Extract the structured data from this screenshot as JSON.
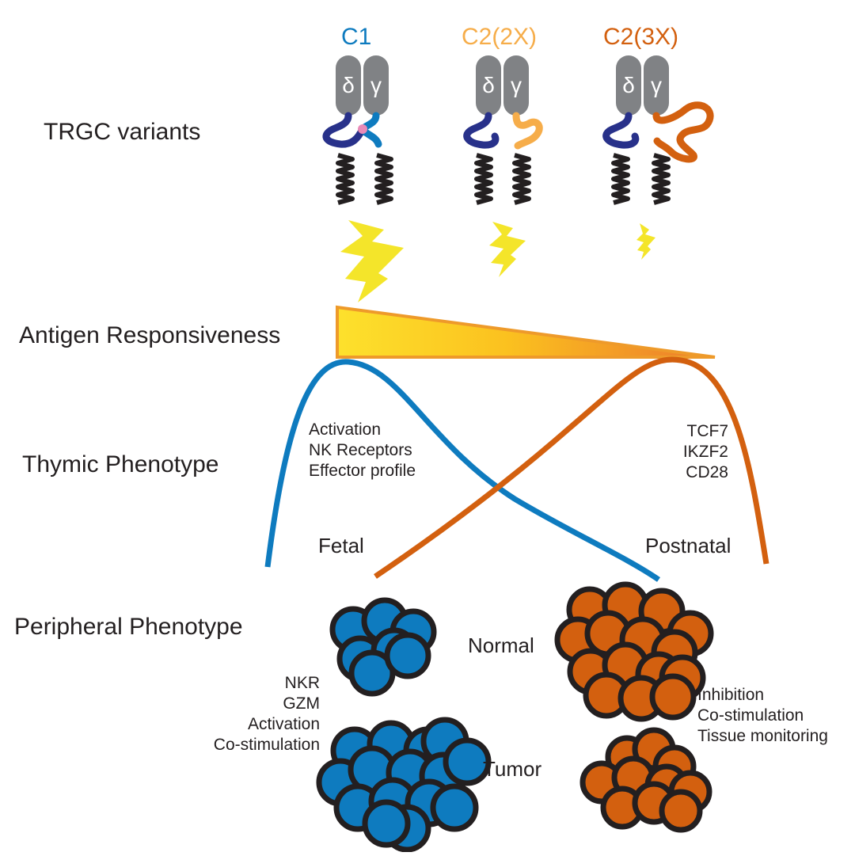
{
  "colors": {
    "c1_blue": "#0e7bbf",
    "c2_2x_light_orange": "#f6ad4a",
    "c2_3x_dark_orange": "#d3600f",
    "delta_chain_navy": "#28318a",
    "constant_domain_gray": "#808285",
    "disulfide_pink": "#e98ab8",
    "signal_yellow": "#f4e52a",
    "cell_outline": "#231f20",
    "text": "#231f20"
  },
  "rows": {
    "trgc": "TRGC variants",
    "antigen": "Antigen Responsiveness",
    "thymic": "Thymic Phenotype",
    "peripheral": "Peripheral Phenotype"
  },
  "variants": [
    {
      "title": "C1",
      "delta": "δ",
      "gamma": "γ",
      "signal_strength": "strong"
    },
    {
      "title": "C2(2X)",
      "delta": "δ",
      "gamma": "γ",
      "signal_strength": "medium"
    },
    {
      "title": "C2(3X)",
      "delta": "δ",
      "gamma": "γ",
      "signal_strength": "weak"
    }
  ],
  "thymic": {
    "left_markers": [
      "Activation",
      "NK Receptors",
      "Effector profile"
    ],
    "right_markers": [
      "TCF7",
      "IKZF2",
      "CD28"
    ],
    "fetal": "Fetal",
    "postnatal": "Postnatal"
  },
  "peripheral": {
    "normal": "Normal",
    "tumor": "Tumor",
    "left_markers": [
      "NKR",
      "GZM",
      "Activation",
      "Co-stimulation"
    ],
    "right_markers": [
      "Inhibition",
      "Co-stimulation",
      "Tissue monitoring"
    ],
    "clusters": [
      {
        "context": "normal",
        "lineage": "blue",
        "relative_size": "small"
      },
      {
        "context": "tumor",
        "lineage": "blue",
        "relative_size": "large"
      },
      {
        "context": "normal",
        "lineage": "orange",
        "relative_size": "large"
      },
      {
        "context": "tumor",
        "lineage": "orange",
        "relative_size": "small"
      }
    ]
  }
}
